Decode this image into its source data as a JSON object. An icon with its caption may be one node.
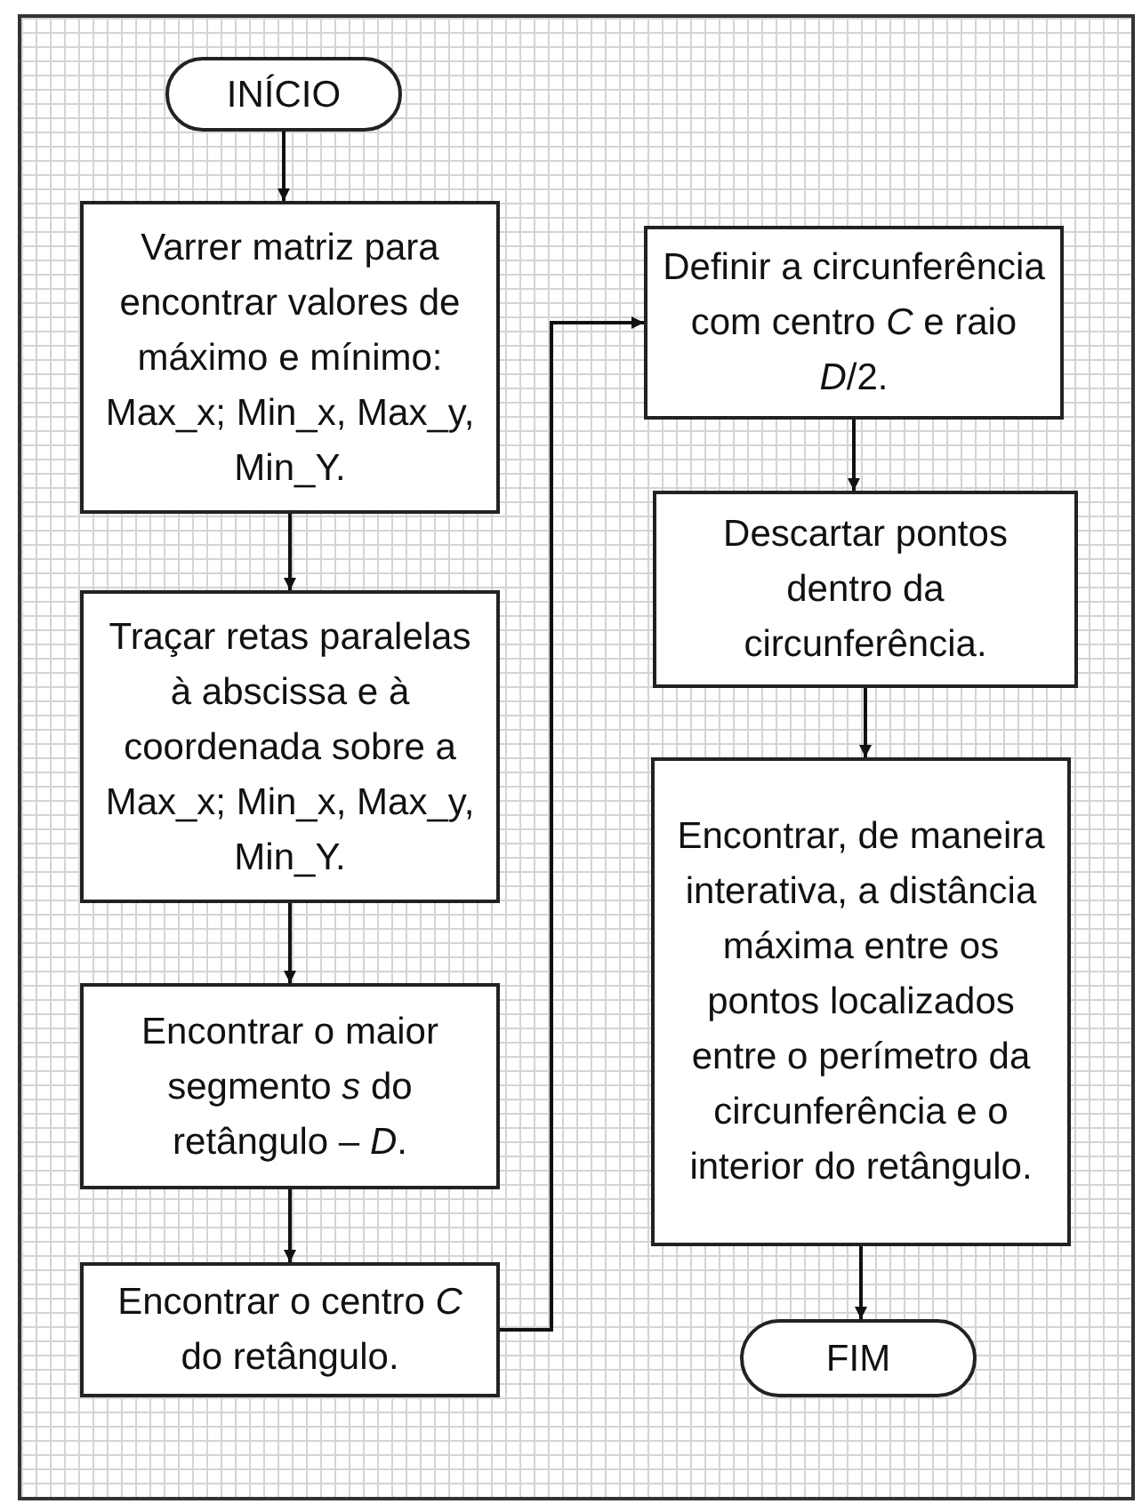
{
  "diagram": {
    "nodes": [
      {
        "text": [
          "INÍCIO"
        ]
      },
      {
        "text": [
          "Varrer matriz para encontrar valores de máximo e mínimo: Max_x; Min_x, Max_y, Min_Y."
        ]
      },
      {
        "text": [
          "Traçar retas paralelas à abscissa e à coordenada sobre a Max_x; Min_x, Max_y, Min_Y."
        ]
      },
      {
        "text": [
          "Encontrar o maior segmento *s* do retângulo – *D*."
        ]
      },
      {
        "text": [
          "Encontrar o centro *C* do retângulo."
        ]
      },
      {
        "text": [
          "Definir a circunferência com centro *C* e raio *D*/2."
        ]
      },
      {
        "text": [
          "Descartar pontos dentro da circunferência."
        ]
      },
      {
        "text": [
          "Encontrar, de maneira interativa, a distância máxima entre os pontos localizados entre o perímetro da circunferência e o interior do retângulo."
        ]
      },
      {
        "text": [
          "FIM"
        ]
      }
    ],
    "edges": [
      {
        "from": 0,
        "to": 1,
        "arrow": "to"
      },
      {
        "from": 1,
        "to": 2,
        "arrow": "to"
      },
      {
        "from": 2,
        "to": 3,
        "arrow": "to"
      },
      {
        "from": 3,
        "to": 4,
        "arrow": "to"
      },
      {
        "from": 4,
        "to": 5,
        "arrow": "to"
      },
      {
        "from": 5,
        "to": 6,
        "arrow": "to"
      },
      {
        "from": 6,
        "to": 7,
        "arrow": "to"
      },
      {
        "from": 7,
        "to": 8,
        "arrow": "to"
      }
    ]
  }
}
